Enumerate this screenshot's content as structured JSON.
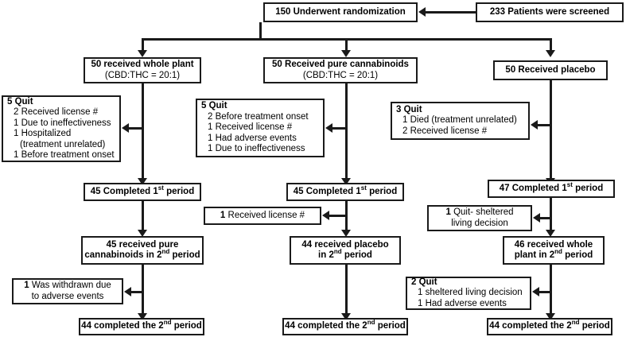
{
  "diagram": {
    "title": "CONSORT participant flow diagram",
    "colors": {
      "line": "#1a1a1a",
      "box_border": "#1a1a1a",
      "background": "#ffffff",
      "text": "#000000"
    },
    "nodes": {
      "screened": {
        "count": "233",
        "text": "233 Patients were screened"
      },
      "randomized": {
        "count": "150",
        "text": "150 Underwent randomization"
      },
      "arm_whole_plant": {
        "line1": "50 received  whole plant",
        "line2": "(CBD:THC = 20:1)"
      },
      "arm_pure": {
        "line1": "50  Received pure cannabinoids",
        "line2": "(CBD:THC = 20:1)"
      },
      "arm_placebo": {
        "line1": "50  Received placebo"
      },
      "quit_whole_plant": {
        "header": "5 Quit",
        "items": [
          "2 Received license #",
          "1 Due to ineffectiveness",
          "1 Hospitalized",
          "(treatment unrelated)",
          "1 Before treatment onset"
        ]
      },
      "quit_pure": {
        "header": "5 Quit",
        "items": [
          "2 Before treatment onset",
          "1 Received license #",
          "1 Had adverse events",
          "1 Due to ineffectiveness"
        ]
      },
      "quit_placebo": {
        "header": "3 Quit",
        "items": [
          "1 Died (treatment unrelated)",
          "2 Received license #"
        ]
      },
      "completed1_whole_plant": {
        "prefix": "45  Completed  1",
        "sup": "st",
        "suffix": " period"
      },
      "completed1_pure": {
        "prefix": "45  Completed  1",
        "sup": "st",
        "suffix": " period"
      },
      "completed1_placebo": {
        "prefix": "47  Completed  1",
        "sup": "st",
        "suffix": " period"
      },
      "license_mid": {
        "bold": "1",
        "text": " Received license #"
      },
      "quit_sheltered": {
        "line1_bold": "1",
        "line1_rest": " Quit- sheltered",
        "line2": "living decision"
      },
      "period2_pure": {
        "line1": "45 received pure",
        "line2_pre": "cannabinoids in 2",
        "line2_sup": "nd",
        "line2_post": " period"
      },
      "period2_placebo": {
        "line1": "44 received placebo",
        "line2_pre": "in 2",
        "line2_sup": "nd",
        "line2_post": " period"
      },
      "period2_whole": {
        "line1": "46 received whole",
        "line2_pre": "plant in 2",
        "line2_sup": "nd",
        "line2_post": " period"
      },
      "withdrawn": {
        "line1_bold": "1",
        "line1_rest": " Was withdrawn due",
        "line2": "to adverse events"
      },
      "quit2_right": {
        "header": "2 Quit",
        "items": [
          "1 sheltered living decision",
          "1 Had adverse events"
        ]
      },
      "completed2_left": {
        "pre": "44 completed the 2",
        "sup": "nd",
        "post": " period"
      },
      "completed2_center": {
        "pre": "44 completed the 2",
        "sup": "nd",
        "post": " period"
      },
      "completed2_right": {
        "pre": "44 completed the 2",
        "sup": "nd",
        "post": " period"
      }
    }
  }
}
